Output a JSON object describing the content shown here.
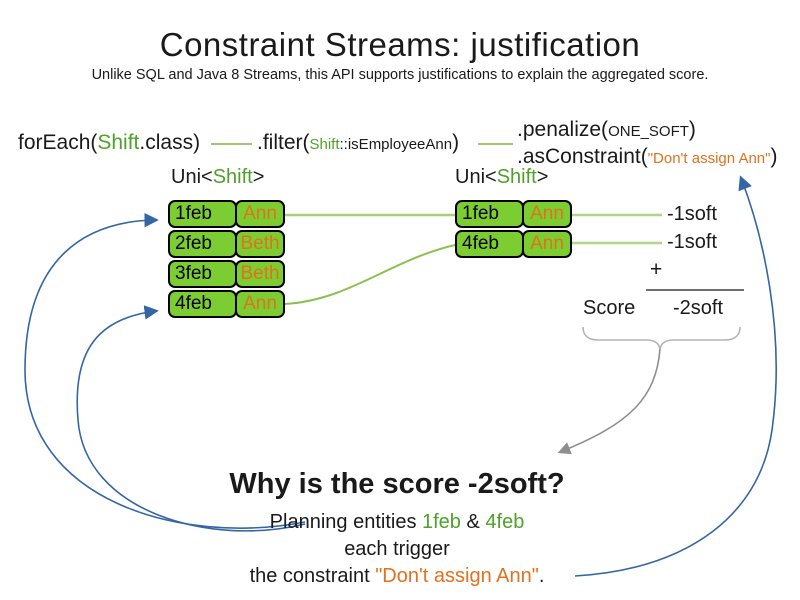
{
  "slide": {
    "title": "Constraint Streams: justification",
    "subtitle": "Unlike SQL and Java 8 Streams, this API supports justifications to explain the aggregated score."
  },
  "code": {
    "foreach_prefix": "forEach(",
    "foreach_class": "Shift",
    "foreach_suffix": ".class)",
    "filter_prefix": ".filter(",
    "filter_arg_class": "Shift",
    "filter_arg_method": "::isEmployeeAnn",
    "filter_suffix": ")",
    "penalize_prefix": ".penalize(",
    "penalize_arg": "ONE_SOFT",
    "penalize_suffix": ")",
    "asconstraint_prefix": ".asConstraint(",
    "asconstraint_arg": "\"Don't assign Ann\"",
    "asconstraint_suffix": ")"
  },
  "stream_labels": {
    "left": {
      "prefix": "Uni<",
      "type": "Shift",
      "suffix": ">"
    },
    "right": {
      "prefix": "Uni<",
      "type": "Shift",
      "suffix": ">"
    }
  },
  "left_table": {
    "rows": [
      {
        "date": "1feb",
        "employee": "Ann"
      },
      {
        "date": "2feb",
        "employee": "Beth"
      },
      {
        "date": "3feb",
        "employee": "Beth"
      },
      {
        "date": "4feb",
        "employee": "Ann"
      }
    ]
  },
  "right_table": {
    "rows": [
      {
        "date": "1feb",
        "employee": "Ann"
      },
      {
        "date": "4feb",
        "employee": "Ann"
      }
    ]
  },
  "score_panel": {
    "match_scores": [
      "-1soft",
      "-1soft"
    ],
    "plus_sign": "+",
    "score_label": "Score",
    "total_score": "-2soft"
  },
  "explanation": {
    "heading": "Why is the score -2soft?",
    "line1_prefix": "Planning entities ",
    "line1_entity1": "1feb",
    "line1_connector": " & ",
    "line1_entity2": "4feb",
    "line2": "each trigger",
    "line3_prefix": "the constraint ",
    "line3_constraint": "\"Don't assign Ann\"",
    "line3_suffix": "."
  },
  "colors": {
    "entity_fill_green": "#7CCD31",
    "code_green": "#4FA12A",
    "employee_orange": "#E2711D",
    "arrow_blue": "#3465A4",
    "arrow_gray": "#8F8F8F"
  }
}
